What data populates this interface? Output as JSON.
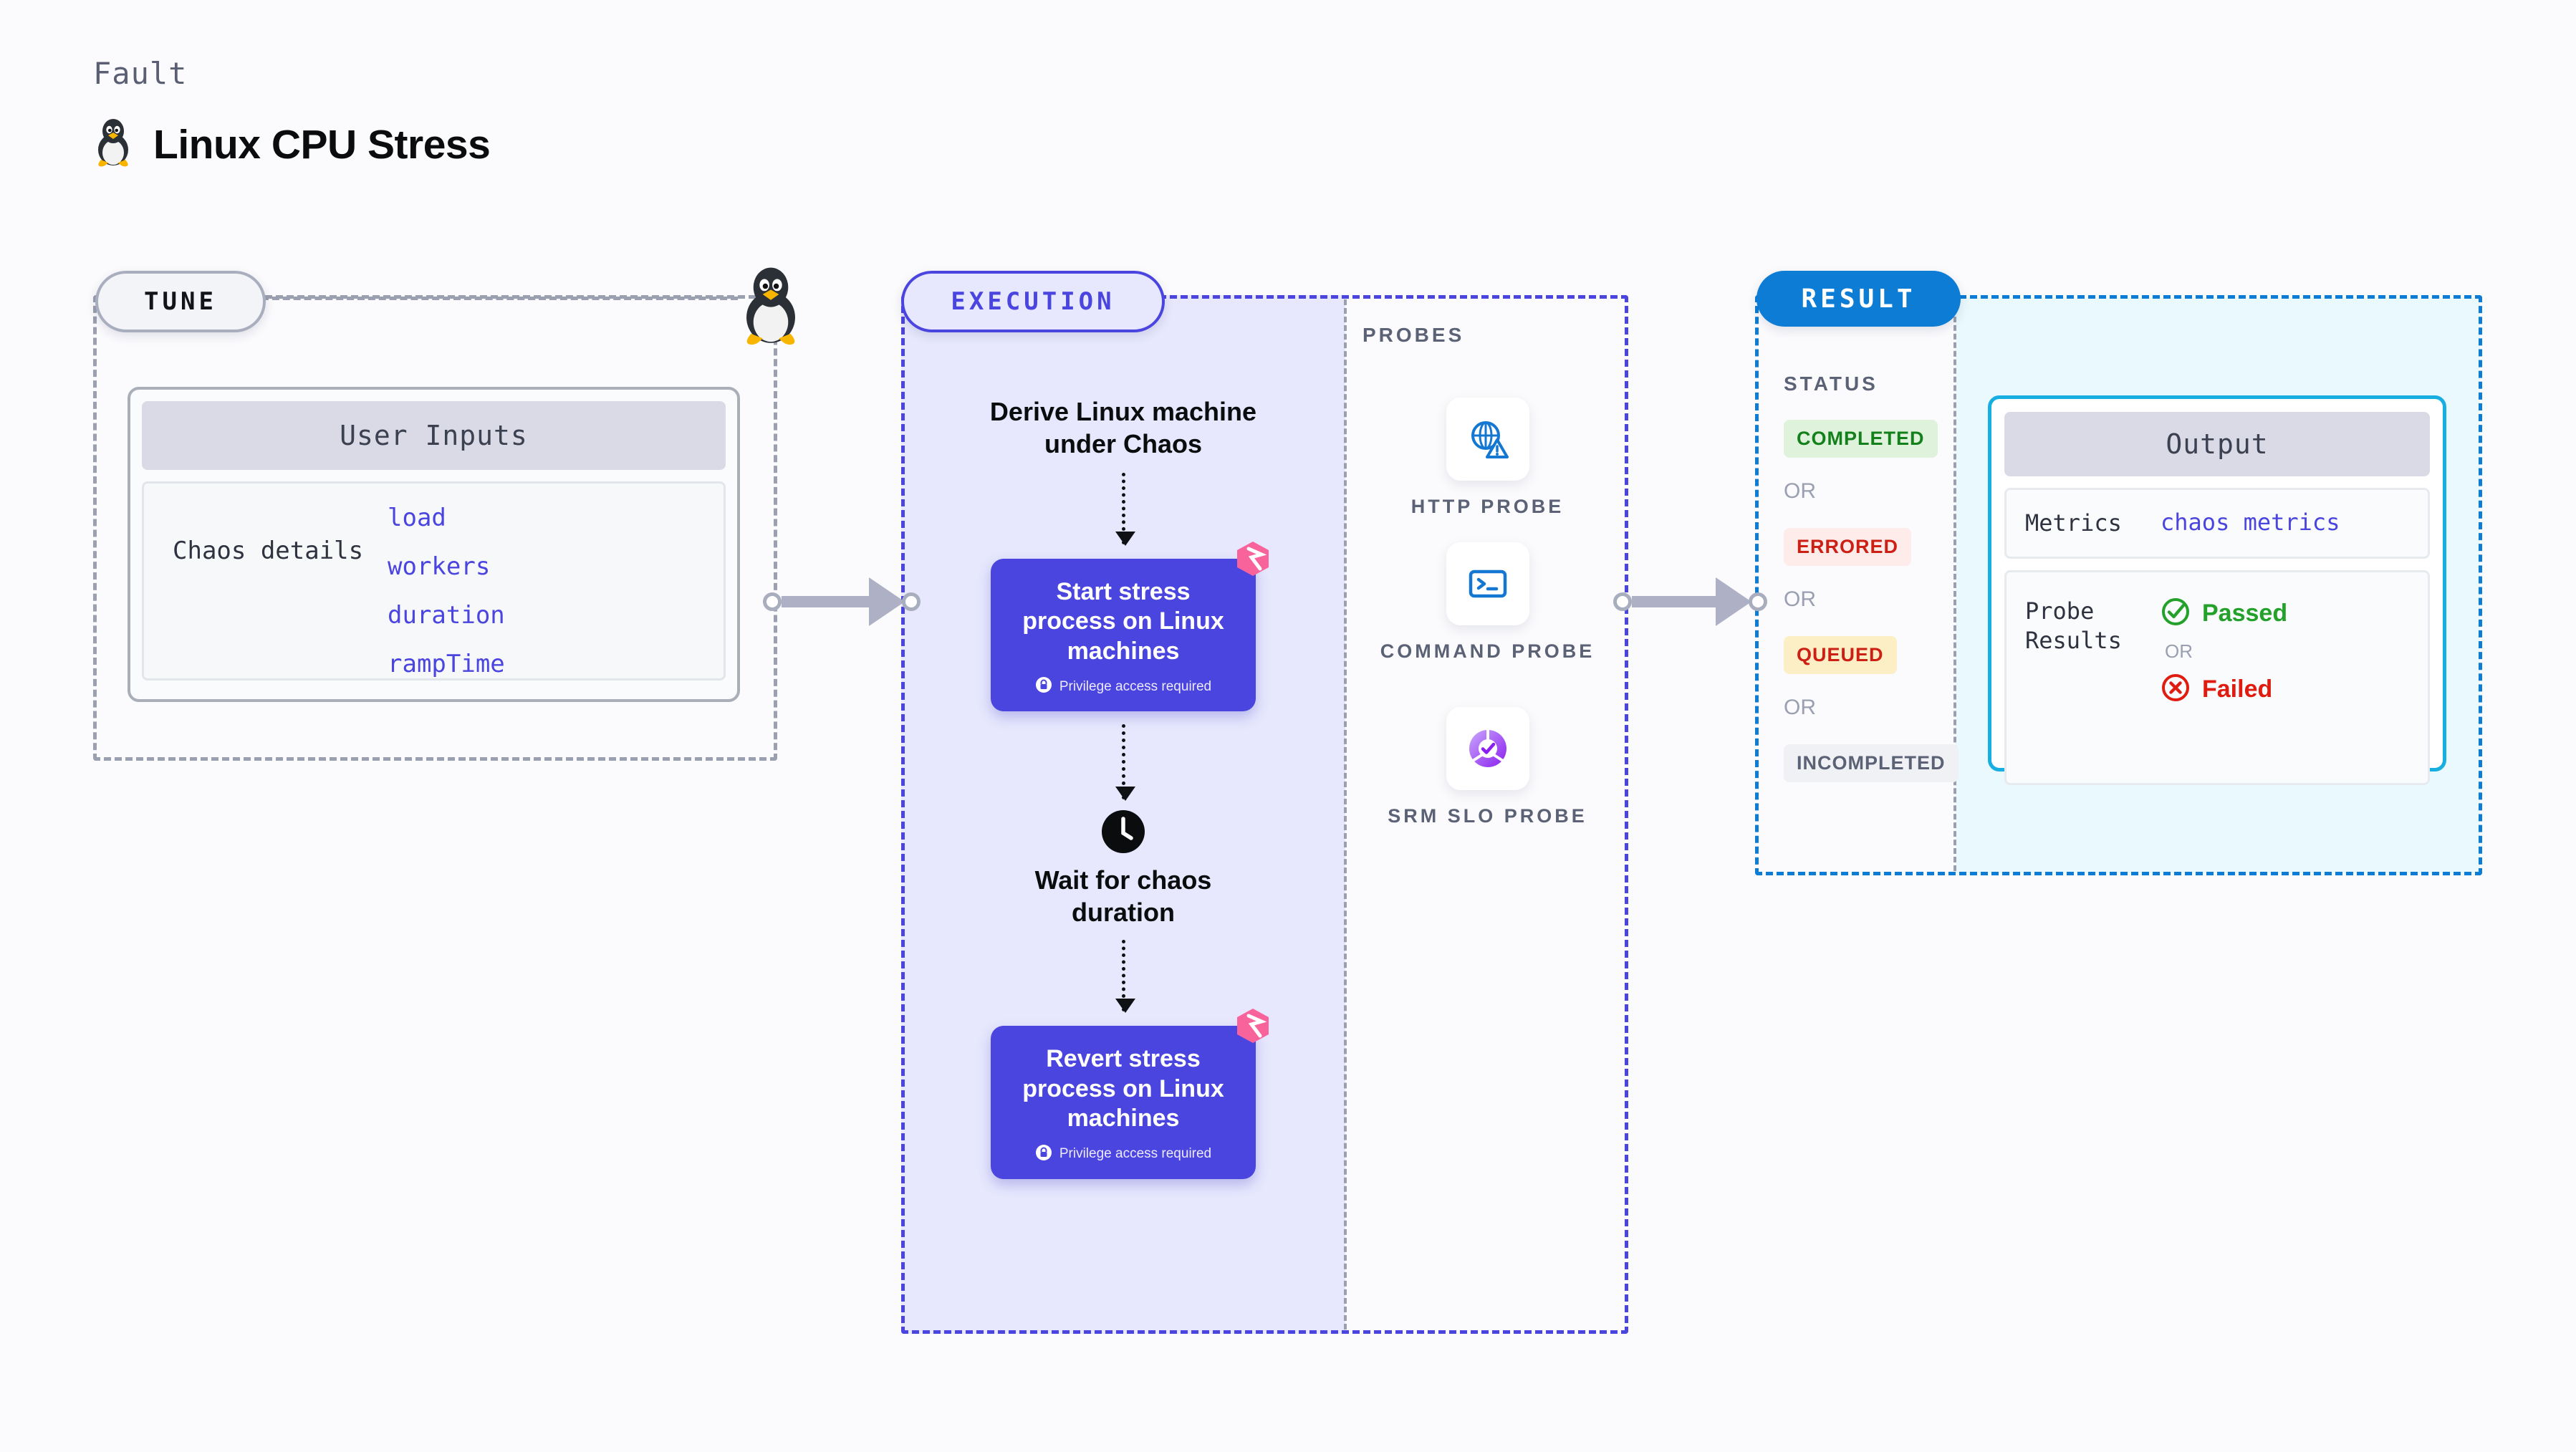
{
  "header": {
    "kicker": "Fault",
    "title": "Linux CPU Stress",
    "icon": "tux-penguin-icon"
  },
  "tune": {
    "pill_label": "TUNE",
    "corner_icon": "tux-penguin-icon",
    "card": {
      "header": "User Inputs",
      "details_label": "Chaos details",
      "params": [
        "load",
        "workers",
        "duration",
        "rampTime"
      ]
    }
  },
  "execution": {
    "pill_label": "EXECUTION",
    "steps": [
      {
        "type": "text",
        "label": "Derive Linux machine under Chaos"
      },
      {
        "type": "action",
        "label": "Start stress process on Linux machines",
        "privilege": "Privilege access required",
        "badge": "chaos-logo-icon"
      },
      {
        "type": "wait",
        "label": "Wait for chaos duration",
        "icon": "clock-icon"
      },
      {
        "type": "action",
        "label": "Revert stress process on Linux machines",
        "privilege": "Privilege access required",
        "badge": "chaos-logo-icon"
      }
    ]
  },
  "probes": {
    "title": "PROBES",
    "items": [
      {
        "label": "HTTP PROBE",
        "icon": "globe-alert-icon"
      },
      {
        "label": "COMMAND PROBE",
        "icon": "terminal-icon"
      },
      {
        "label": "SRM SLO PROBE",
        "icon": "slo-check-icon"
      }
    ]
  },
  "result": {
    "pill_label": "RESULT",
    "status_title": "STATUS",
    "or_label": "OR",
    "statuses": [
      {
        "label": "COMPLETED",
        "bg": "#dff3dc",
        "fg": "#14801c"
      },
      {
        "label": "ERRORED",
        "bg": "#fdecea",
        "fg": "#cd2015"
      },
      {
        "label": "QUEUED",
        "bg": "#fcefc6",
        "fg": "#cd2015"
      },
      {
        "label": "INCOMPLETED",
        "bg": "#f0f1f5",
        "fg": "#5b6276"
      }
    ],
    "output": {
      "header": "Output",
      "metrics_key": "Metrics",
      "metrics_value": "chaos metrics",
      "probe_key": "Probe Results",
      "passed_label": "Passed",
      "failed_label": "Failed",
      "or_label": "OR"
    }
  },
  "colors": {
    "purple": "#4b45e0",
    "purple_fill": "#e7e8fd",
    "blue": "#0c7cd5",
    "cyan_border": "#17aee2",
    "cyan_fill": "#eaf9fd",
    "pink": "#f9639c",
    "gray_dash": "#9aa0b0",
    "green": "#14801c",
    "red": "#cd2015"
  }
}
